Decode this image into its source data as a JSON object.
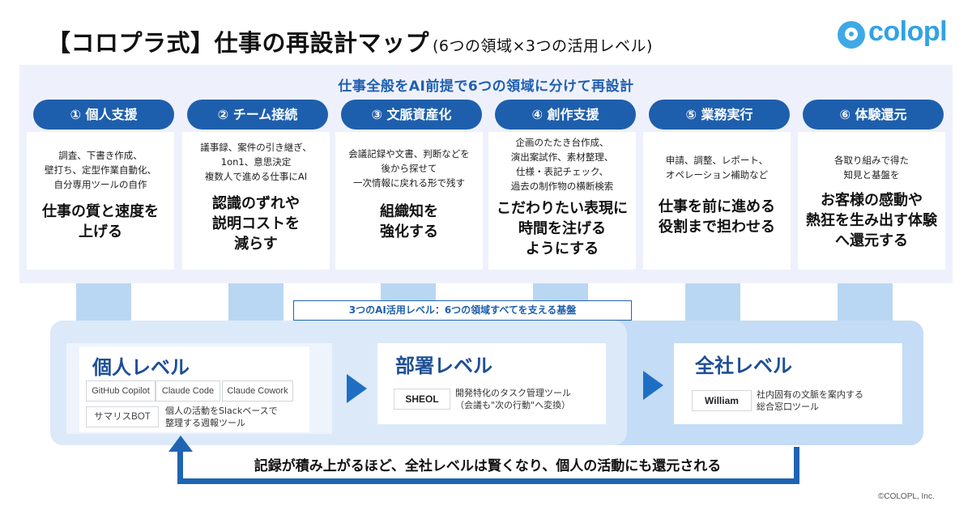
{
  "title": {
    "main": "【コロプラ式】仕事の再設計マップ",
    "sub": "(6つの領域×3つの活用レベル)"
  },
  "logo": {
    "text": "colopl",
    "icon": "colopl-logo-icon"
  },
  "top_heading": "仕事全般をAI前提で6つの領域に分けて再設計",
  "areas": [
    {
      "label": "① 個人支援",
      "desc": "調査、下書き作成、\n壁打ち、定型作業自動化、\n自分専用ツールの自作",
      "key": "仕事の質と速度を\n上げる"
    },
    {
      "label": "② チーム接続",
      "desc": "議事録、案件の引き継ぎ、\n1on1、意思決定\n複数人で進める仕事にAI",
      "key": "認識のずれや\n説明コストを\n減らす"
    },
    {
      "label": "③ 文脈資産化",
      "desc": "会議記録や文書、判断などを\n後から探せて\n一次情報に戻れる形で残す",
      "key": "組織知を\n強化する"
    },
    {
      "label": "④ 創作支援",
      "desc": "企画のたたき台作成、\n演出案試作、素材整理、\n仕様・表記チェック、\n過去の制作物の横断検索",
      "key": "こだわりたい表現に\n時間を注げる\nようにする"
    },
    {
      "label": "⑤ 業務実行",
      "desc": "申請、調整、レポート、\nオペレーション補助など",
      "key": "仕事を前に進める\n役割まで担わせる"
    },
    {
      "label": "⑥ 体験還元",
      "desc": "各取り組みで得た\n知見と基盤を",
      "key": "お客様の感動や\n熱狂を生み出す体験\nへ還元する"
    }
  ],
  "foundation_label": "3つのAI活用レベル：6つの領域すべてを支える基盤",
  "levels": {
    "personal": {
      "title": "個人レベル",
      "tags": [
        "GitHub Copilot",
        "Claude Code",
        "Claude Cowork",
        "サマリスBOT"
      ],
      "desc": "個人の活動をSlackベースで\n整理する週報ツール"
    },
    "department": {
      "title": "部署レベル",
      "tag": "SHEOL",
      "desc": "開発特化のタスク管理ツール\n（会議も\"次の行動\"へ変換）"
    },
    "company": {
      "title": "全社レベル",
      "tag": "William",
      "desc": "社内固有の文脈を案内する\n総合窓口ツール"
    }
  },
  "loop_text": "記録が積み上がるほど、全社レベルは賢くなり、個人の活動にも還元される",
  "copyright": "©COLOPL, Inc.",
  "colors": {
    "primary": "#1e5fad",
    "panel": "#eef1fb",
    "light_blue": "#c4dcf5",
    "logo": "#2fa3e6"
  }
}
